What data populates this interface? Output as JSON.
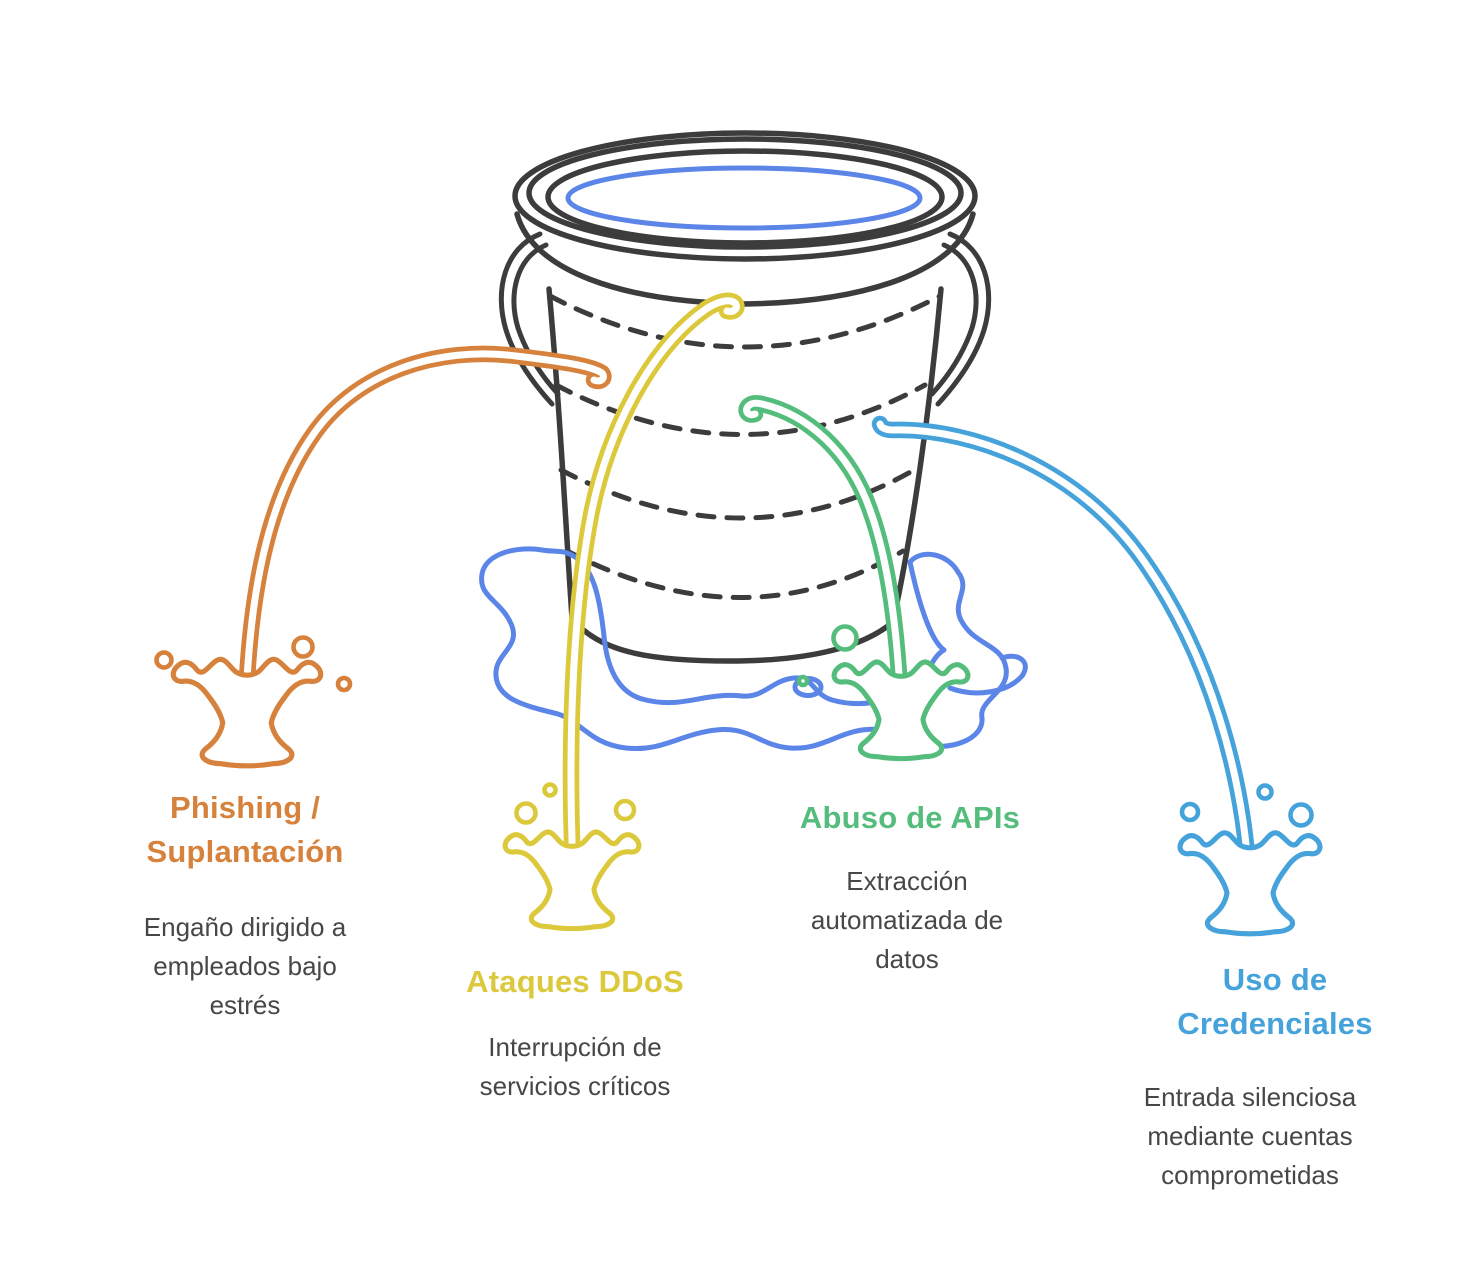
{
  "diagram": {
    "type": "leaky-bucket-cyberattack-metaphor",
    "bucket": {
      "outline_color": "#3C3C3C",
      "water_color": "#5B86E8"
    },
    "leaks": [
      {
        "id": "phishing",
        "title": "Phishing / Suplantación",
        "description": "Engaño dirigido a empleados bajo estrés",
        "color": "#D6823C"
      },
      {
        "id": "ddos",
        "title": "Ataques DDoS",
        "description": "Interrupción de servicios críticos",
        "color": "#DCC83B"
      },
      {
        "id": "api-abuse",
        "title": "Abuso de APIs",
        "description": "Extracción automatizada de datos",
        "color": "#55BD7C"
      },
      {
        "id": "credentials",
        "title": "Uso de Credenciales",
        "description": "Entrada silenciosa mediante cuentas comprometidas",
        "color": "#45A2DB"
      }
    ],
    "text_color": "#474747"
  }
}
